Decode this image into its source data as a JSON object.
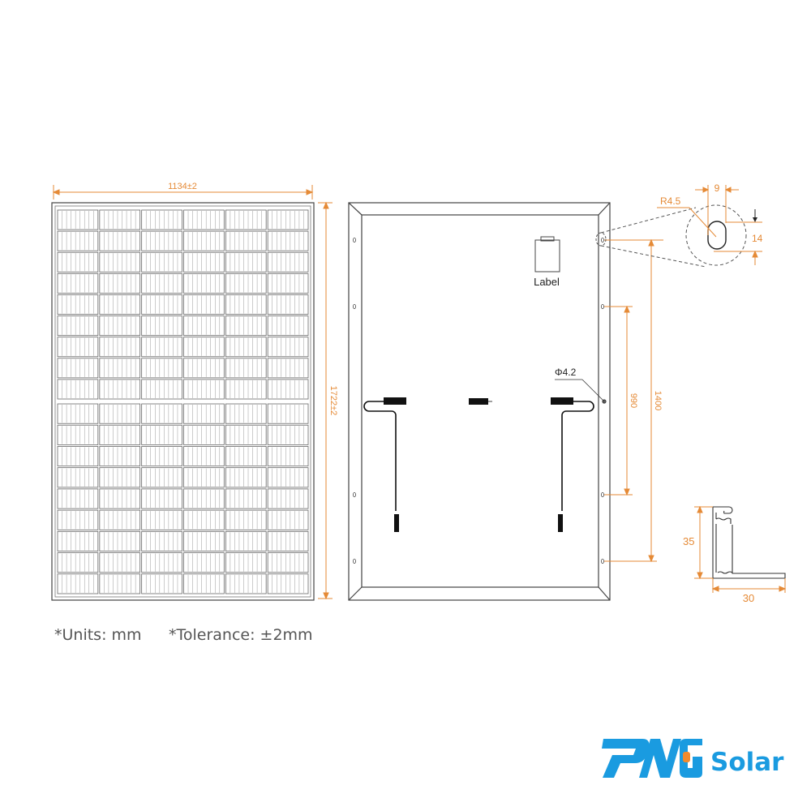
{
  "front_view": {
    "width_dim": "1134±2",
    "height_dim": "1722±2",
    "cell_columns": 6,
    "cell_rows_per_half": 9
  },
  "back_view": {
    "label": "Label",
    "hole_dim": "Φ4.2",
    "spacing_inner": "990",
    "spacing_outer": "1400"
  },
  "slot_detail": {
    "radius": "R4.5",
    "width": "9",
    "height": "14"
  },
  "frame_profile": {
    "height": "35",
    "width": "30"
  },
  "notes": {
    "units": "*Units: mm",
    "tolerance": "*Tolerance: ±2mm"
  },
  "brand": {
    "logo_text": "PNG",
    "name": "Solar",
    "color": "#1a9be0",
    "accent": "#f08a2c"
  },
  "colors": {
    "dimension": "#e58a36",
    "line": "#333333"
  }
}
